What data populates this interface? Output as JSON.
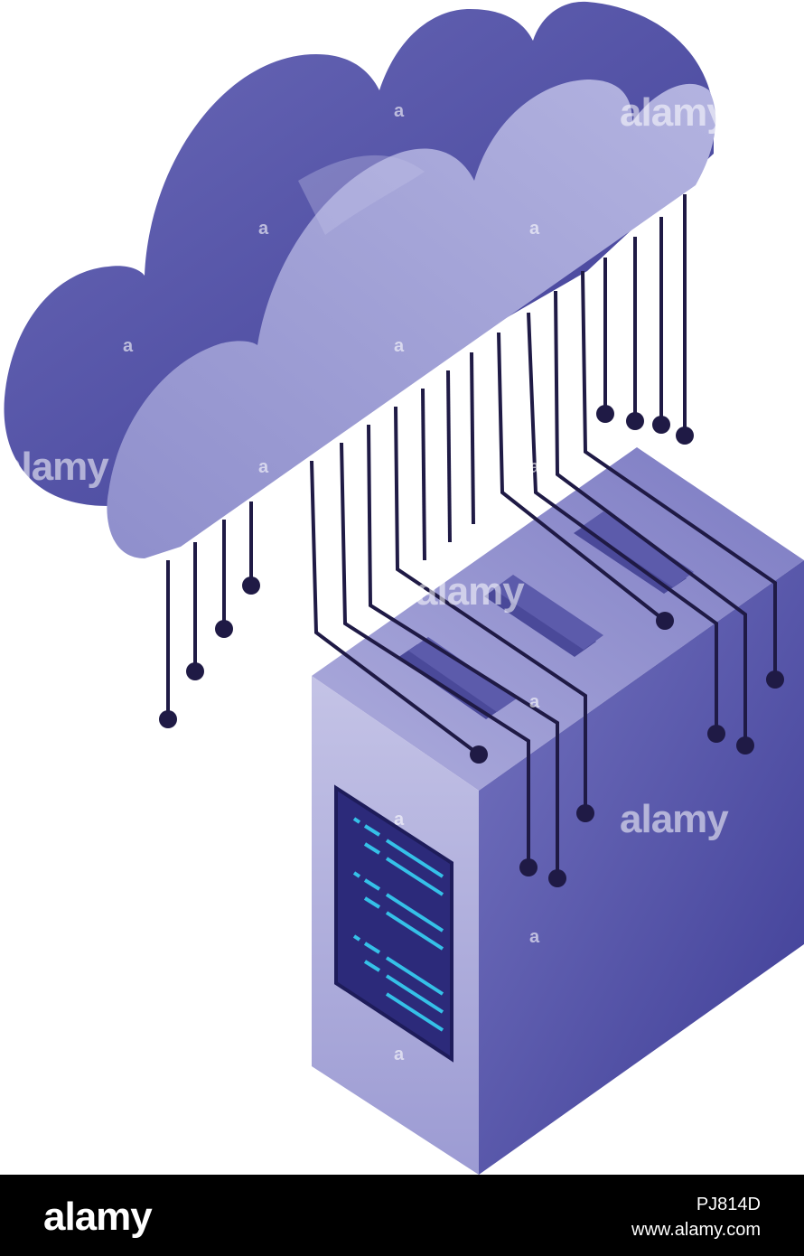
{
  "illustration": {
    "subject": [
      "cloud-icon",
      "server-tower-icon",
      "circuit-connectors"
    ],
    "colors": {
      "cloud_dark": "#4b4a9e",
      "cloud_light": "#a4a4d6",
      "server_front": "#b7b6dd",
      "server_side": "#5655aa",
      "server_top": "#8a89c8",
      "screen": "#2c2a7a",
      "screen_lines": "#35c1e8",
      "wire": "#1f1a45"
    }
  },
  "watermark": {
    "text": "alamy",
    "letter": "a"
  },
  "footer": {
    "logo": "alamy",
    "image_id": "PJ814D",
    "url": "www.alamy.com"
  }
}
